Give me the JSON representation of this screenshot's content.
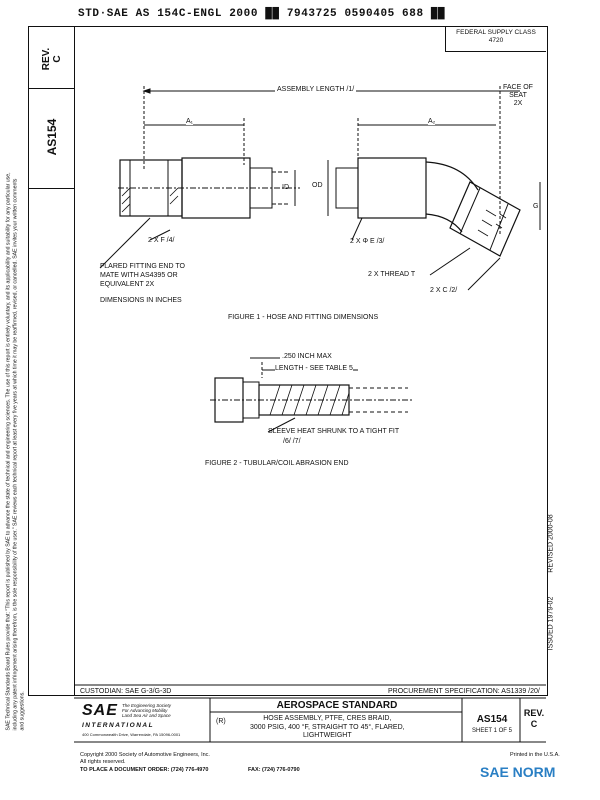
{
  "header": {
    "code": "STD·SAE AS 154C-ENGL 2000 ██ 7943725 0590405 688 ██"
  },
  "left_column": {
    "rev_label": "REV.",
    "rev_value": "C",
    "doc_number": "AS154"
  },
  "federal_supply": {
    "label": "FEDERAL SUPPLY CLASS",
    "value": "4720"
  },
  "figure1": {
    "assembly_length": "ASSEMBLY LENGTH /1/",
    "face_of_seat": "FACE OF\nSEAT\n2X",
    "a1": "A₁",
    "a2": "A₂",
    "id": "ID",
    "od": "OD",
    "g": "G",
    "f": "2 X F /4/",
    "e": "2 X Φ E /3/",
    "thread": "2 X THREAD T",
    "c": "2 X C /2/",
    "flared_note": "FLARED FITTING END TO\nMATE WITH AS4395 OR\nEQUIVALENT 2X",
    "dims": "DIMENSIONS IN INCHES",
    "caption": "FIGURE 1 - HOSE AND FITTING DIMENSIONS"
  },
  "figure2": {
    "max": ".250 INCH MAX",
    "length": "LENGTH - SEE TABLE 5",
    "sleeve": "SLEEVE HEAT SHRUNK TO A TIGHT FIT",
    "sleeve_ref": "/6/  /7/",
    "caption": "FIGURE 2 - TUBULAR/COIL ABRASION END"
  },
  "right_margin": {
    "revised": "REVISED 2000-08",
    "issued": "ISSUED 1979-02"
  },
  "notice": "SAE Technical Standards Board Rules provide that: \"This report is published by SAE to advance the state of technical and engineering sciences. The use of this report is entirely voluntary, and its applicability and suitability for any particular use, including any patent infringement arising therefrom, is the sole responsibility of the user.\" SAE reviews each technical report at least every five years at which time it may be reaffirmed, revised, or cancelled. SAE invites your written comments and suggestions.",
  "title_block": {
    "custodian": "CUSTODIAN:  SAE G-3/G-3D",
    "procurement": "PROCUREMENT SPECIFICATION: AS1339 /20/",
    "standard": "AEROSPACE STANDARD",
    "r_mark": "(R)",
    "title": "HOSE ASSEMBLY, PTFE, CRES BRAID,\n3000 PSIG, 400 °F, STRAIGHT TO 45°, FLARED,\nLIGHTWEIGHT",
    "doc": "AS154",
    "sheet": "SHEET 1 OF 5",
    "rev_label": "REV.",
    "rev_value": "C",
    "sae_logo": "SAE",
    "sae_tag": "The Engineering Society\nFor Advancing Mobility\nLand Sea Air and Space",
    "sae_intl": "INTERNATIONAL",
    "sae_addr": "400 Commonwealth Drive, Warrendale, PA 15096-0001"
  },
  "footer": {
    "copyright": "Copyright 2000 Society of Automotive Engineers, Inc.",
    "rights": "All rights reserved.",
    "order": "TO PLACE A DOCUMENT ORDER:  (724) 776-4970",
    "fax": "FAX:  (724) 776-0790",
    "printed": "Printed in the U.S.A."
  },
  "watermark": {
    "text": "SAE NORM"
  }
}
